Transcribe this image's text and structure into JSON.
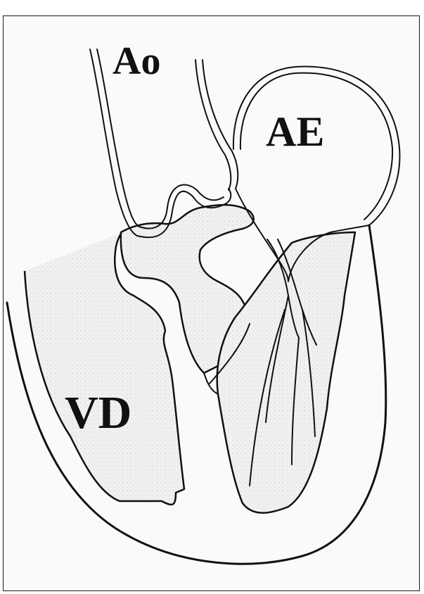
{
  "labels": {
    "aorta": "Ao",
    "left_atrium": "AE",
    "right_ventricle": "VD"
  },
  "colors": {
    "ink": "#111111",
    "cavity_stipple": "#e9e9e9",
    "background": "#fafafa"
  }
}
